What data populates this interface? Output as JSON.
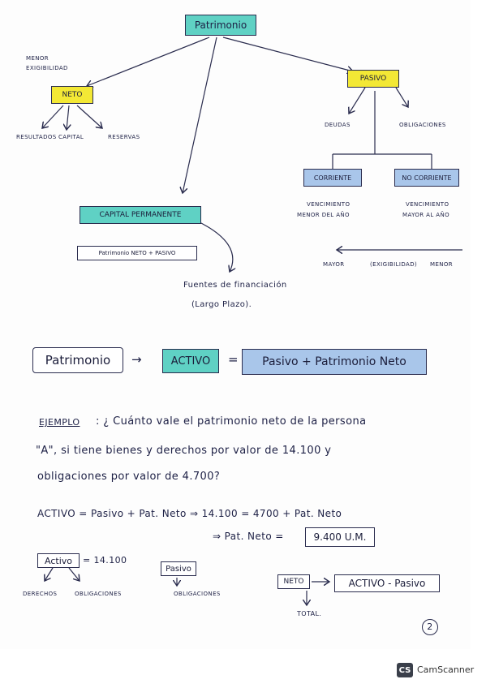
{
  "diagram": {
    "patrimonio": "Patrimonio",
    "menor_exigibilidad": [
      "MENOR",
      "EXIGIBILIDAD"
    ],
    "neto": "NETO",
    "neto_children": [
      "RESULTADOS",
      "CAPITAL",
      "RESERVAS"
    ],
    "pasivo": "PASIVO",
    "pasivo_children": [
      "DEUDAS",
      "OBLIGACIONES"
    ],
    "corriente": "CORRIENTE",
    "no_corriente": "NO CORRIENTE",
    "corriente_note": [
      "VENCIMIENTO",
      "MENOR DEL AÑO"
    ],
    "no_corriente_note": [
      "VENCIMIENTO",
      "MAYOR AL AÑO"
    ],
    "exigibilidad_scale": [
      "MAYOR",
      "(EXIGIBILIDAD)",
      "MENOR"
    ],
    "capital_permanente": "CAPITAL PERMANENTE",
    "capital_formula": "Patrimonio NETO + PASIVO",
    "fuentes": [
      "Fuentes de financiación",
      "(Largo Plazo)."
    ]
  },
  "equation": {
    "left": "Patrimonio",
    "arrow": "→",
    "activo": "ACTIVO",
    "equals": "=",
    "right": "Pasivo + Patrimonio Neto"
  },
  "example": {
    "label": "EJEMPLO",
    "line1": ": ¿ Cuánto vale el patrimonio neto de la persona",
    "line2": "\"A\", si tiene bienes y derechos por valor de 14.100 y",
    "line3": "obligaciones por valor de 4.700?",
    "calc1": "ACTIVO = Pasivo + Pat. Neto ⇒ 14.100 = 4700 + Pat. Neto",
    "calc2": "⇒ Pat. Neto =",
    "result": "9.400 U.M.",
    "activo_box": "Activo",
    "activo_value": "= 14.100",
    "activo_children": [
      "DERECHOS",
      "OBLIGACIONES"
    ],
    "pasivo_box": "Pasivo",
    "pasivo_child": "OBLIGACIONES",
    "neto_box": "NETO",
    "neto_formula": "ACTIVO - Pasivo",
    "neto_child": "TOTAL.",
    "page_number": "2"
  },
  "footer": {
    "logo": "CS",
    "app_name": "CamScanner"
  },
  "colors": {
    "teal": "#5fd1c4",
    "yellow": "#f3e835",
    "blue": "#a9c6ea",
    "ink": "#1d2045"
  }
}
